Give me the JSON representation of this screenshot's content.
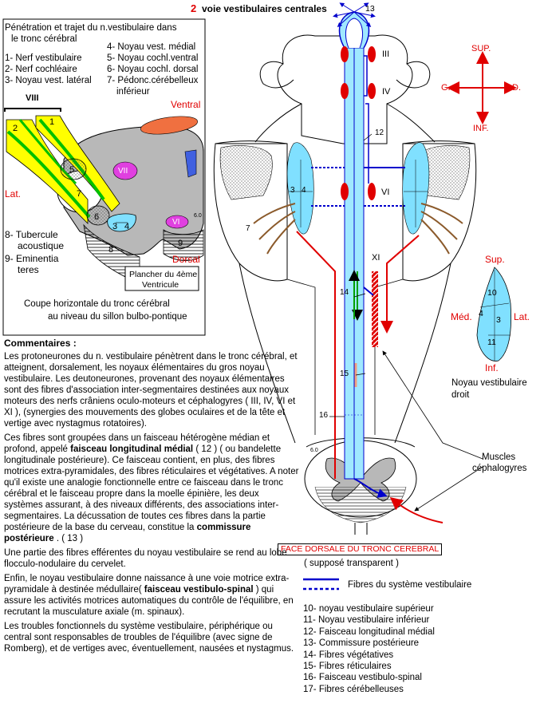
{
  "main_title": {
    "number": "2",
    "text": "voie vestibulaires centrales"
  },
  "inset": {
    "heading_line1": "Pénétration et trajet du n.vestibulaire dans",
    "heading_line2": "le tronc cérébral",
    "list_left": [
      "1- Nerf vestibulaire",
      "2- Nerf cochléaire",
      "3- Noyau vest. latéral"
    ],
    "list_right": [
      "4- Noyau vest. médial",
      "5- Noyau cochl.ventral",
      "6- Noyau cochl. dorsal",
      "7- Pédonc.cérébelleux",
      "inférieur"
    ],
    "nerve_label": "VIII",
    "ventral": "Ventral",
    "dorsal": "Dorsal",
    "lat": "Lat.",
    "tubercule_1": "8- Tubercule",
    "tubercule_2": "acoustique",
    "eminentia_1": "9- Eminentia",
    "eminentia_2": "teres",
    "plancher_1": "Plancher du 4ème",
    "plancher_2": "Ventricule",
    "caption_1": "Coupe   horizontale   du tronc cérébral",
    "caption_2": "au niveau  du sillon bulbo-pontique",
    "nums": [
      "1",
      "2",
      "3",
      "4",
      "5",
      "6",
      "7",
      "8",
      "9"
    ],
    "nuclei": [
      "VII",
      "VI"
    ],
    "scale": "6.0"
  },
  "orientation": {
    "sup": "SUP.",
    "inf": "INF.",
    "left": "G.",
    "right": "D."
  },
  "diagram_labels": {
    "n13": "13",
    "III": "III",
    "IV": "IV",
    "n12": "12",
    "VI": "VI",
    "n3": "3",
    "n4": "4",
    "n7": "7",
    "XI": "XI",
    "n14": "14",
    "n15": "15",
    "n16": "16",
    "scale": "6.0"
  },
  "nucleus_right": {
    "sup": "Sup.",
    "med": "Méd.",
    "lat": "Lat.",
    "inf": "Inf.",
    "n10": "10",
    "n4": "4",
    "n3": "3",
    "n11": "11",
    "caption_1": "Noyau vestibulaire",
    "caption_2": "droit"
  },
  "muscles": {
    "line1": "Muscles",
    "line2": "céphalogyres"
  },
  "face_dorsale": "FACE DORSALE DU TRONC CEREBRAL",
  "suppose": "( supposé transparent )",
  "legend_fibres": "Fibres du système vestibulaire",
  "legend_items": [
    "10- noyau vestibulaire supérieur",
    "11- Noyau vestibulaire inférieur",
    "12- Faisceau longitudinal médial",
    "13- Commissure postérieure",
    "14- Fibres végétatives",
    "15- Fibres réticulaires",
    "16- Faisceau vestibulo-spinal",
    "17- Fibres cérébelleuses"
  ],
  "comments": {
    "title": "Commentaires :",
    "p1": "Les protoneurones du n. vestibulaire pénètrent dans le tronc cérébral, et atteignent, dorsalement, les noyaux élémentaires du gros noyau vestibulaire. Les deutoneurones, provenant des noyaux élémentaires sont des fibres d'association inter-segmentaires destinées aux noyaux moteurs des nerfs crâniens oculo-moteurs et céphalogyres ( III, IV, VI et XI ), (synergies des mouvements des globes oculaires et de la tête et vertige avec nystagmus rotatoires).",
    "p2_a": "Ces fibres sont groupées dans un faisceau hétérogène médian et profond, appelé ",
    "p2_b": "faisceau longitudinal médial",
    "p2_c": " ( 12 ) ( ou bandelette longitudinale postérieure). Ce faisceau contient, en plus, des fibres motrices extra-pyramidales, des fibres réticulaires et végétatives. A noter qu'il existe une analogie fonctionnelle entre ce faisceau dans le tronc cérébral et le faisceau propre  dans   la moelle épinière, les deux systèmes assurant, à des niveaux différents, des associations inter-segmentaires. La décussation de toutes ces fibres dans la partie postérieure de la base du cerveau, constitue la ",
    "p2_d": "commissure postérieure",
    "p2_e": " . ( 13 )",
    "p3": "Une partie des fibres efférentes du noyau vestibulaire se rend au lobe flocculo-nodulaire du cervelet.",
    "p4_a": "Enfin, le noyau vestibulaire donne naissance à une voie motrice extra-pyramidale à destinée médullaire( ",
    "p4_b": "faisceau vestibulo-spinal",
    "p4_c": " ) qui assure les activités motrices automatiques  du contrôle de l'équilibre,  en recrutant la musculature axiale (m. spinaux).",
    "p5": "Les troubles fonctionnels du système vestibulaire, périphérique ou central sont  responsables  de  troubles de l'équilibre (avec signe de Romberg),  et  de vertiges avec, éventuellement, nausées et nystagmus."
  },
  "colors": {
    "blue_fibre": "#0000cc",
    "nucleus_fill": "#80e0ff",
    "tract_fill": "#a0e8ff",
    "nerve_yellow": "#ffff00",
    "nerve_green": "#00c000",
    "red": "#e00000",
    "grey": "#b8b8b8",
    "brown": "#8b5a2b",
    "orange": "#f07040",
    "purple": "#e040e0",
    "navy_nucleus": "#4060e0"
  }
}
